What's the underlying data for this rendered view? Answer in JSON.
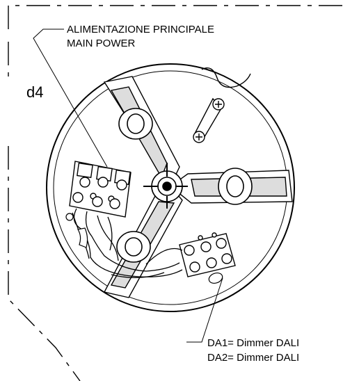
{
  "diagram": {
    "label_id": "d4",
    "main_power": {
      "line1": "ALIMENTAZIONE PRINCIPALE",
      "line2": "MAIN POWER"
    },
    "dali": {
      "line1": "DA1= Dimmer DALI",
      "line2": "DA2= Dimmer DALI"
    }
  }
}
